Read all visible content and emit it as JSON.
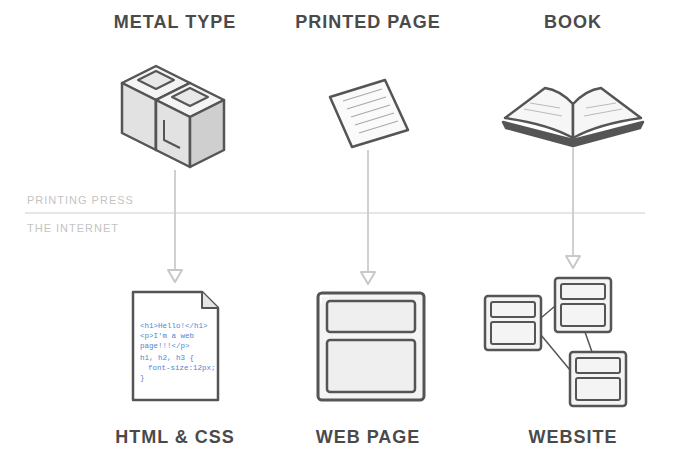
{
  "diagram": {
    "nodes": [
      {
        "text": [
          "METAL TYPE"
        ]
      },
      {
        "text": [
          "PRINTED PAGE"
        ]
      },
      {
        "text": [
          "BOOK"
        ]
      },
      {
        "text": [
          "HTML & CSS"
        ]
      },
      {
        "text": [
          "WEB PAGE"
        ]
      },
      {
        "text": [
          "WEBSITE"
        ]
      }
    ],
    "edges": [
      {
        "from": 0,
        "to": 3,
        "arrow": "to"
      },
      {
        "from": 1,
        "to": 4,
        "arrow": "to"
      },
      {
        "from": 2,
        "to": 5,
        "arrow": "to"
      }
    ],
    "labels": [
      "PRINTING PRESS",
      "THE INTERNET",
      "<h1>Hello!</h1>",
      "<p>I'm a web",
      "page!!!</p>",
      "h1, h2, h3 {",
      "font-size:12px;",
      "}"
    ]
  }
}
